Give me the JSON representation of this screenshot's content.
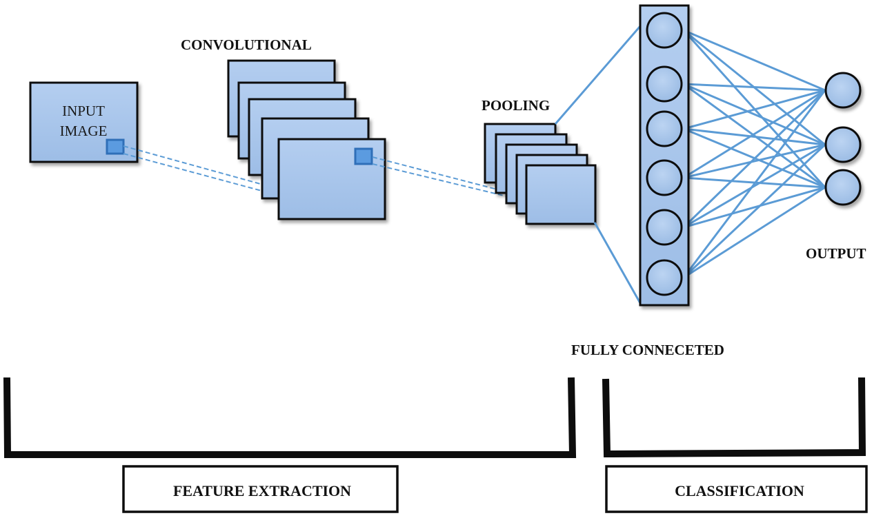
{
  "labels": {
    "input_line1": "INPUT",
    "input_line2": "IMAGE",
    "convolutional": "CONVOLUTIONAL",
    "pooling": "POOLING",
    "fully_connected": "FULLY CONNECETED",
    "output": "OUTPUT",
    "feature_extraction": "FEATURE EXTRACTION",
    "classification": "CLASSIFICATION"
  },
  "structure": {
    "convolutional_maps": 5,
    "pooling_maps": 5,
    "fully_connected_nodes": 6,
    "output_nodes": 3,
    "connections": [
      [
        0,
        0
      ],
      [
        0,
        2
      ],
      [
        1,
        0
      ],
      [
        1,
        2
      ],
      [
        2,
        0
      ],
      [
        2,
        2
      ],
      [
        3,
        1
      ],
      [
        3,
        2
      ],
      [
        4,
        0
      ],
      [
        4,
        2
      ],
      [
        5,
        1
      ],
      [
        5,
        2
      ]
    ]
  },
  "colors": {
    "fill": "#a9c6ea",
    "fill_dark": "#8fb1dc",
    "edge": "#5b9bd5",
    "stroke": "#0d0d0d",
    "kernel": "#4a8ad0"
  }
}
